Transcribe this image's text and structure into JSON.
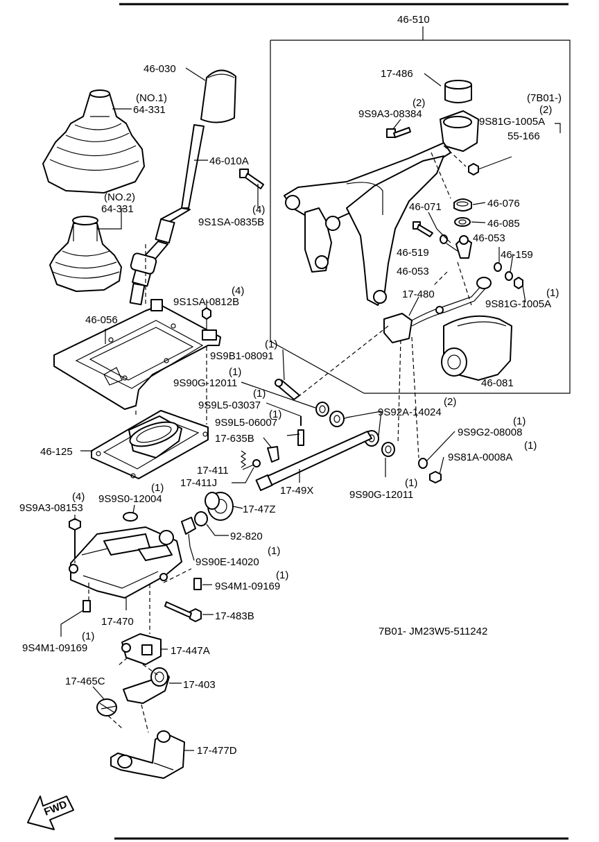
{
  "diagram_id": "7B01- JM23W5-511242",
  "fwd_label": "FWD",
  "labels": {
    "l_46_510": "46-510",
    "l_17_486": "17-486",
    "l_q2a": "(2)",
    "l_9s9a3_08384": "9S9A3-08384",
    "l_7b01": "(7B01-)",
    "l_q2b": "(2)",
    "l_9s81g_1005a_a": "9S81G-1005A",
    "l_55_166": "55-166",
    "l_46_030": "46-030",
    "l_no1": "(NO.1)",
    "l_64_331_a": "64-331",
    "l_46_010a": "46-010A",
    "l_no2": "(NO.2)",
    "l_64_331_b": "64-331",
    "l_q4a": "(4)",
    "l_9s1sa_0835b": "9S1SA-0835B",
    "l_46_076": "46-076",
    "l_46_071": "46-071",
    "l_46_085": "46-085",
    "l_46_053_a": "46-053",
    "l_46_519": "46-519",
    "l_46_159": "46-159",
    "l_46_053_b": "46-053",
    "l_q1a": "(1)",
    "l_9s81g_1005a_b": "9S81G-1005A",
    "l_17_480": "17-480",
    "l_q4b": "(4)",
    "l_9s1sa_0812b": "9S1SA-0812B",
    "l_46_056": "46-056",
    "l_q1b": "(1)",
    "l_9s9b1_08091": "9S9B1-08091",
    "l_q1c": "(1)",
    "l_9s90g_12011_a": "9S90G-12011",
    "l_q1d": "(1)",
    "l_9s9l5_03037": "9S9L5-03037",
    "l_q1e": "(1)",
    "l_9s9l5_06007": "9S9L5-06007",
    "l_17_635b": "17-635B",
    "l_46_081": "46-081",
    "l_q2c": "(2)",
    "l_9s92a_14024": "9S92A-14024",
    "l_q1f": "(1)",
    "l_9s9g2_08008": "9S9G2-08008",
    "l_q1g": "(1)",
    "l_9s81a_0008a": "9S81A-0008A",
    "l_46_125": "46-125",
    "l_17_411": "17-411",
    "l_17_411j": "17-411J",
    "l_17_49x": "17-49X",
    "l_q1h": "(1)",
    "l_9s90g_12011_b": "9S90G-12011",
    "l_q4c": "(4)",
    "l_9s9a3_08153": "9S9A3-08153",
    "l_q1i": "(1)",
    "l_9s9s0_12004": "9S9S0-12004",
    "l_17_47z": "17-47Z",
    "l_92_820": "92-820",
    "l_q1j": "(1)",
    "l_9s90e_14020": "9S90E-14020",
    "l_q1k": "(1)",
    "l_9s4m1_09169_a": "9S4M1-09169",
    "l_17_483b": "17-483B",
    "l_17_470": "17-470",
    "l_q1l": "(1)",
    "l_9s4m1_09169_b": "9S4M1-09169",
    "l_17_447a": "17-447A",
    "l_17_465c": "17-465C",
    "l_17_403": "17-403",
    "l_17_477d": "17-477D"
  }
}
